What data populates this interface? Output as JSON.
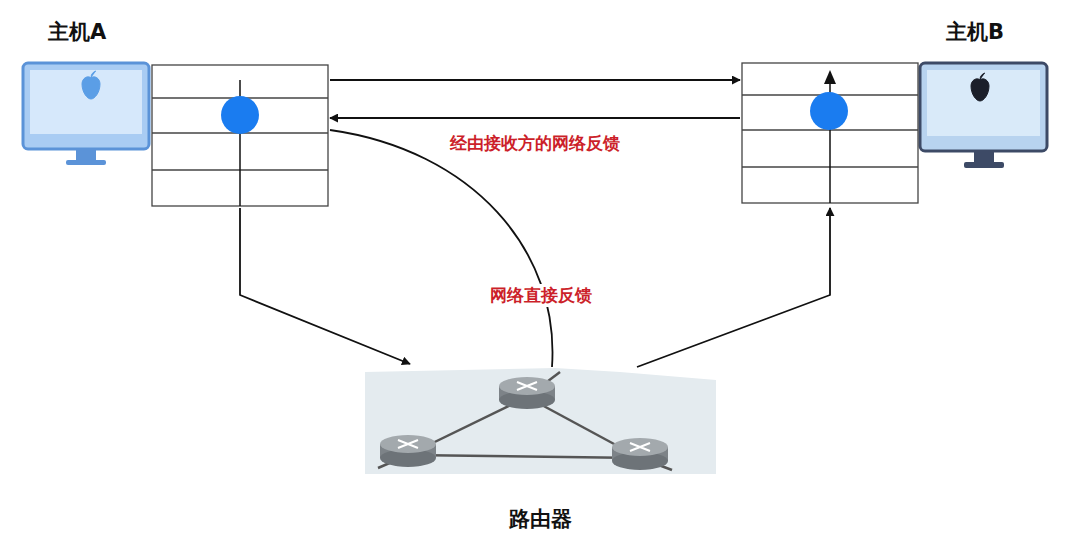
{
  "diagram": {
    "nodes": [
      {
        "text": [
          "主机A"
        ]
      },
      {
        "text": [
          "主机B"
        ]
      },
      {
        "text": [
          "路由器"
        ]
      }
    ],
    "edges": [
      {
        "from": 0,
        "to": 1,
        "arrow": "to"
      },
      {
        "from": 1,
        "to": 0,
        "label": "经由接收方的网络反馈",
        "arrow": "to"
      },
      {
        "from": 0,
        "to": 2,
        "arrow": "to"
      },
      {
        "from": 2,
        "to": 1,
        "arrow": "to"
      },
      {
        "from": 2,
        "to": 0,
        "label": "网络直接反馈",
        "arrow": "none"
      }
    ]
  }
}
